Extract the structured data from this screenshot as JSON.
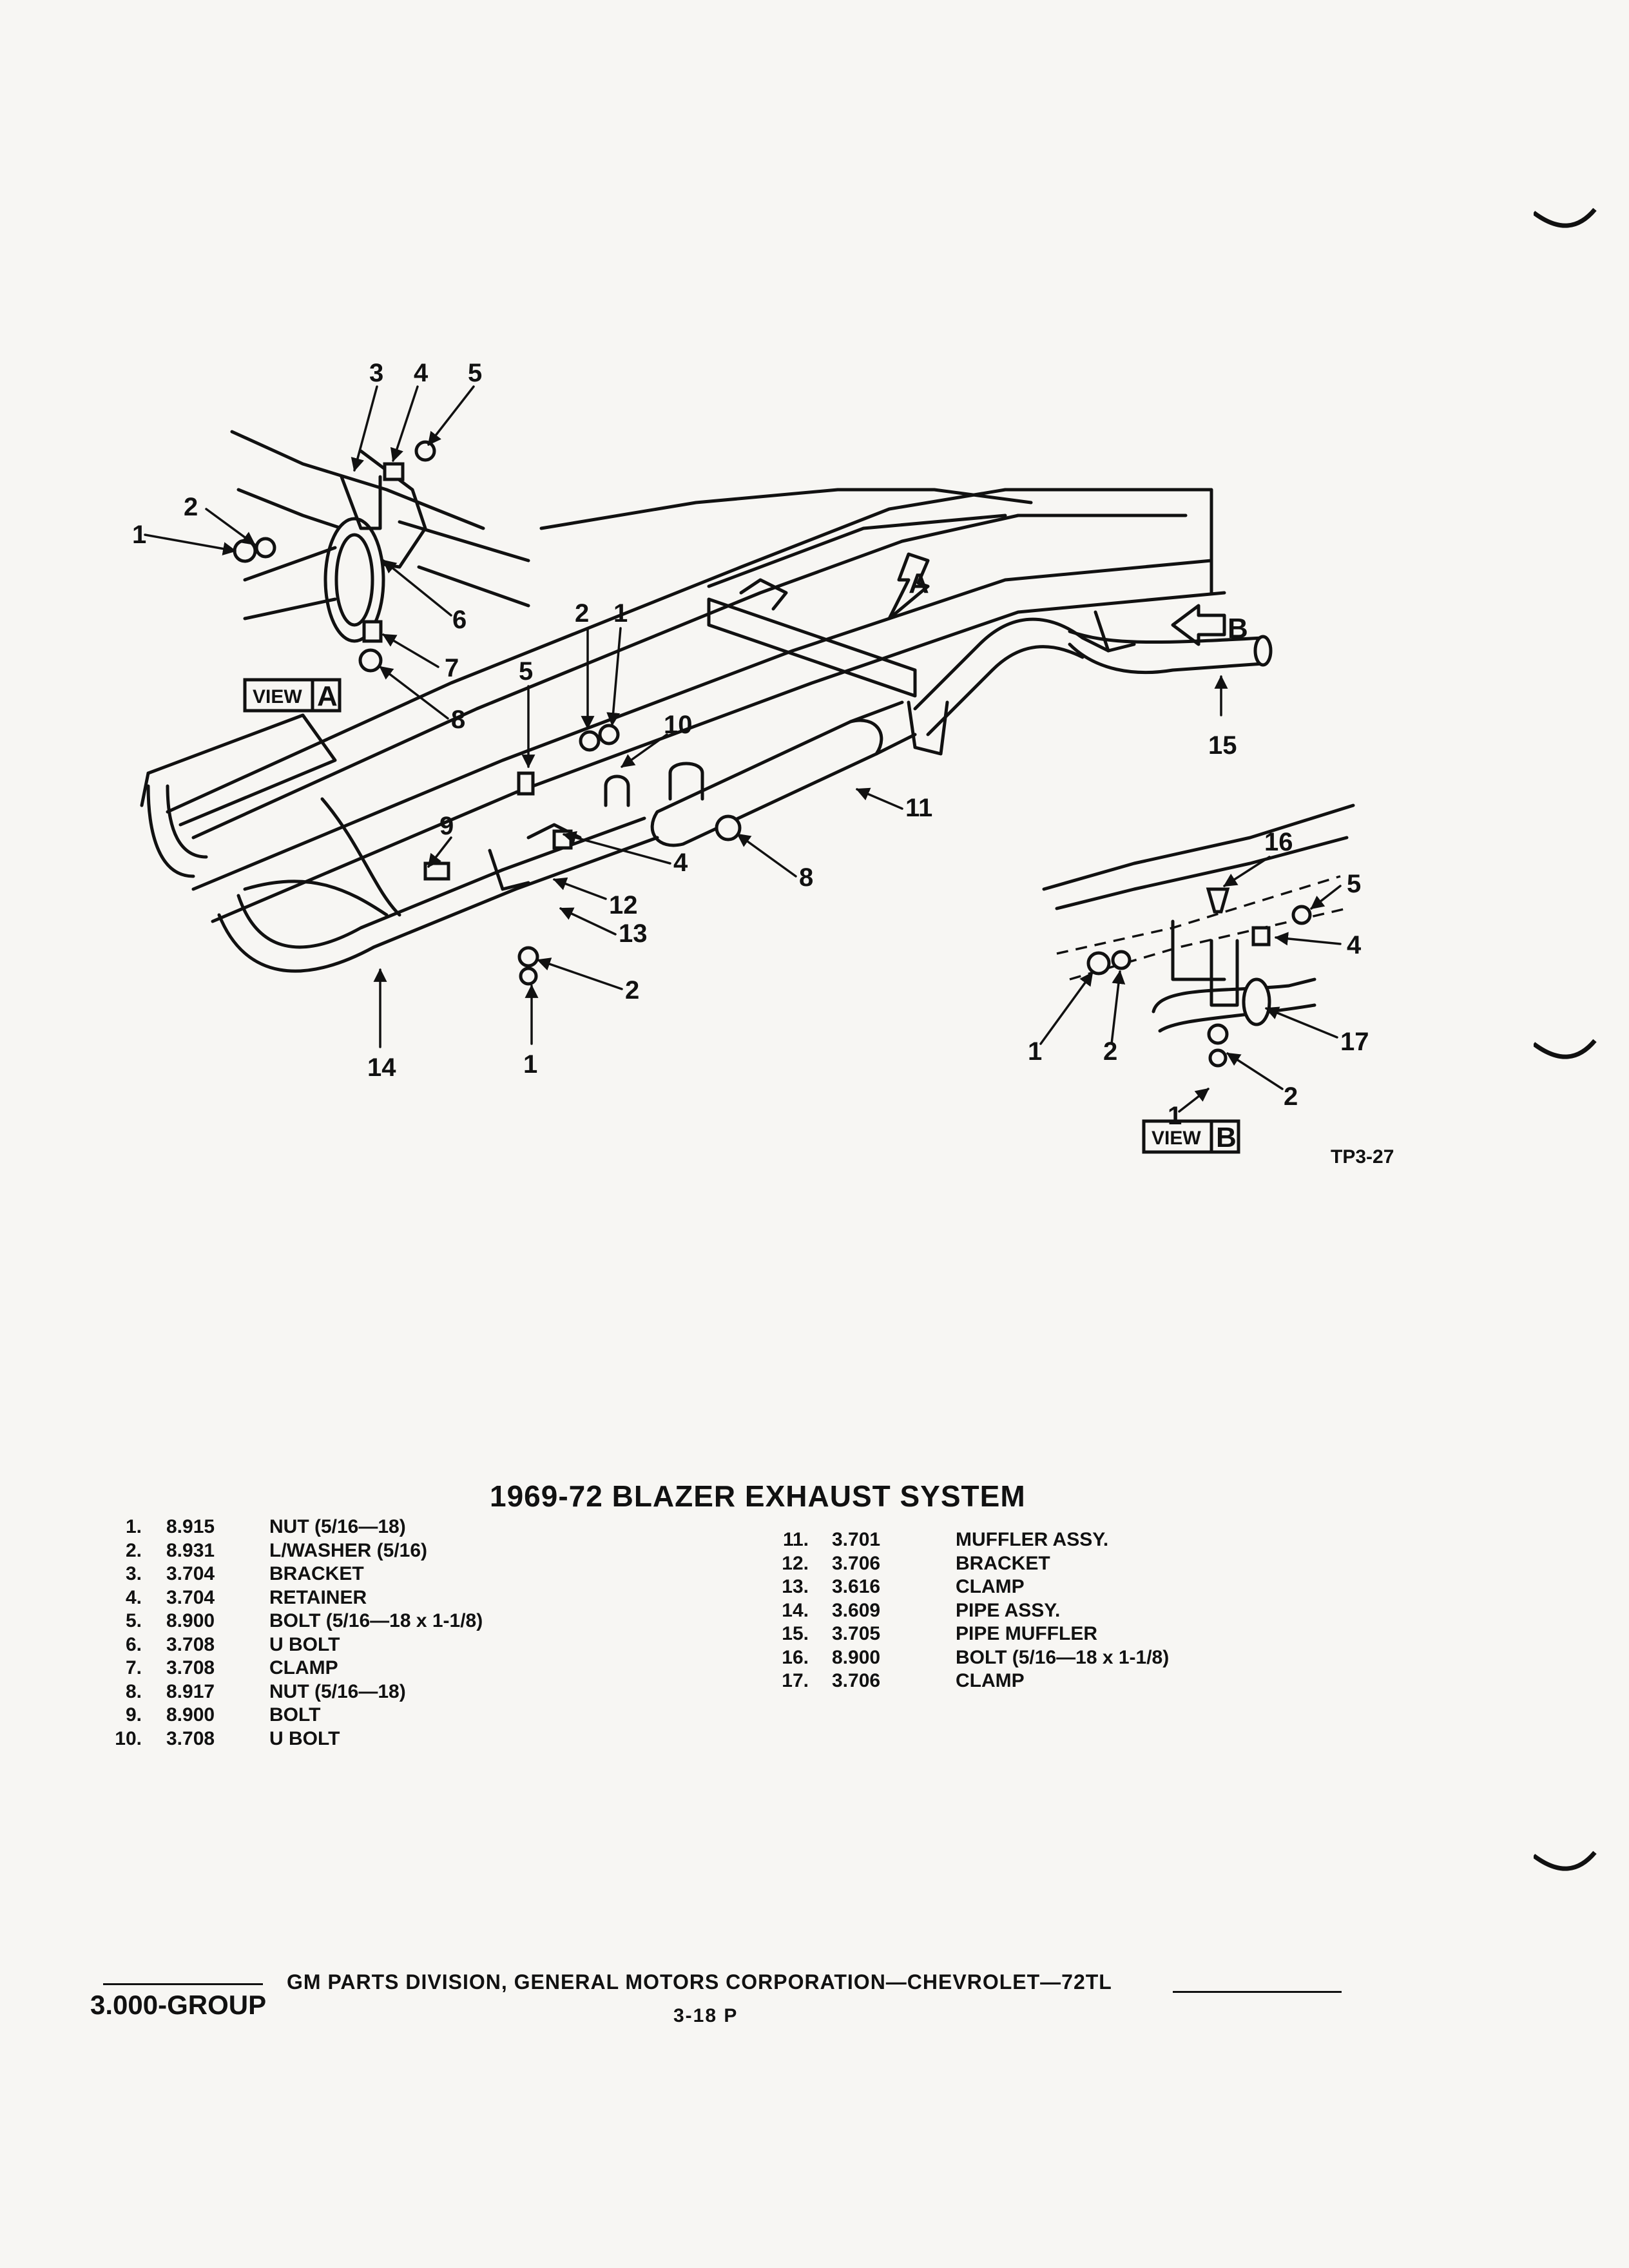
{
  "diagram": {
    "view_a_label": "VIEW",
    "view_a_letter": "A",
    "view_b_label": "VIEW",
    "view_b_letter": "B",
    "arrow_a_letter": "A",
    "arrow_b_letter": "B",
    "figure_ref": "TP3-27",
    "callouts": [
      "1",
      "2",
      "3",
      "4",
      "5",
      "6",
      "7",
      "8",
      "9",
      "10",
      "11",
      "12",
      "13",
      "14",
      "15",
      "16",
      "17"
    ]
  },
  "title": "1969-72 BLAZER EXHAUST SYSTEM",
  "parts_left": [
    {
      "num": "1.",
      "code": "8.915",
      "desc": "NUT (5/16—18)"
    },
    {
      "num": "2.",
      "code": "8.931",
      "desc": "L/WASHER (5/16)"
    },
    {
      "num": "3.",
      "code": "3.704",
      "desc": "BRACKET"
    },
    {
      "num": "4.",
      "code": "3.704",
      "desc": "RETAINER"
    },
    {
      "num": "5.",
      "code": "8.900",
      "desc": "BOLT (5/16—18 x 1-1/8)"
    },
    {
      "num": "6.",
      "code": "3.708",
      "desc": "U BOLT"
    },
    {
      "num": "7.",
      "code": "3.708",
      "desc": "CLAMP"
    },
    {
      "num": "8.",
      "code": "8.917",
      "desc": "NUT (5/16—18)"
    },
    {
      "num": "9.",
      "code": "8.900",
      "desc": "BOLT"
    },
    {
      "num": "10.",
      "code": "3.708",
      "desc": "U BOLT"
    }
  ],
  "parts_right": [
    {
      "num": "11.",
      "code": "3.701",
      "desc": "MUFFLER ASSY."
    },
    {
      "num": "12.",
      "code": "3.706",
      "desc": "BRACKET"
    },
    {
      "num": "13.",
      "code": "3.616",
      "desc": "CLAMP"
    },
    {
      "num": "14.",
      "code": "3.609",
      "desc": "PIPE ASSY."
    },
    {
      "num": "15.",
      "code": "3.705",
      "desc": "PIPE MUFFLER"
    },
    {
      "num": "16.",
      "code": "8.900",
      "desc": "BOLT (5/16—18 x 1-1/8)"
    },
    {
      "num": "17.",
      "code": "3.706",
      "desc": "CLAMP"
    }
  ],
  "footer": {
    "line": "GM PARTS DIVISION, GENERAL MOTORS CORPORATION—CHEVROLET—72TL",
    "group": "3.000-GROUP",
    "page": "3-18 P"
  }
}
